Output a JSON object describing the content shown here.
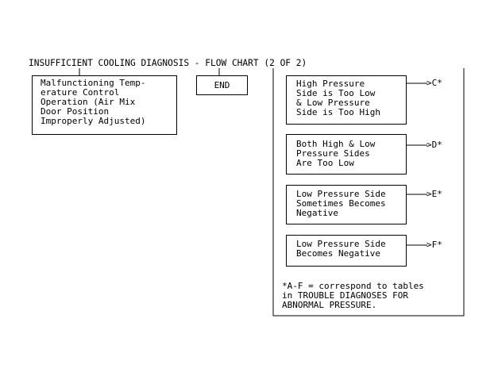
{
  "title": "INSUFFICIENT COOLING DIAGNOSIS - FLOW CHART (2 OF 2)",
  "boxes": {
    "malfunction": "Malfunctioning Temp-\nerature Control\nOperation (Air Mix\nDoor Position\nImproperly Adjusted)",
    "end": "END",
    "high_low": "High Pressure\nSide is Too Low\n& Low Pressure\nSide is Too High",
    "both_low": "Both High & Low\nPressure Sides\nAre Too Low",
    "sometimes_negative": "Low Pressure Side\nSometimes Becomes\nNegative",
    "becomes_negative": "Low Pressure Side\nBecomes Negative"
  },
  "arrows": {
    "c": ">C*",
    "d": ">D*",
    "e": ">E*",
    "f": ">F*"
  },
  "footnote": "*A-F = correspond to tables\nin TROUBLE DIAGNOSES FOR\nABNORMAL PRESSURE."
}
